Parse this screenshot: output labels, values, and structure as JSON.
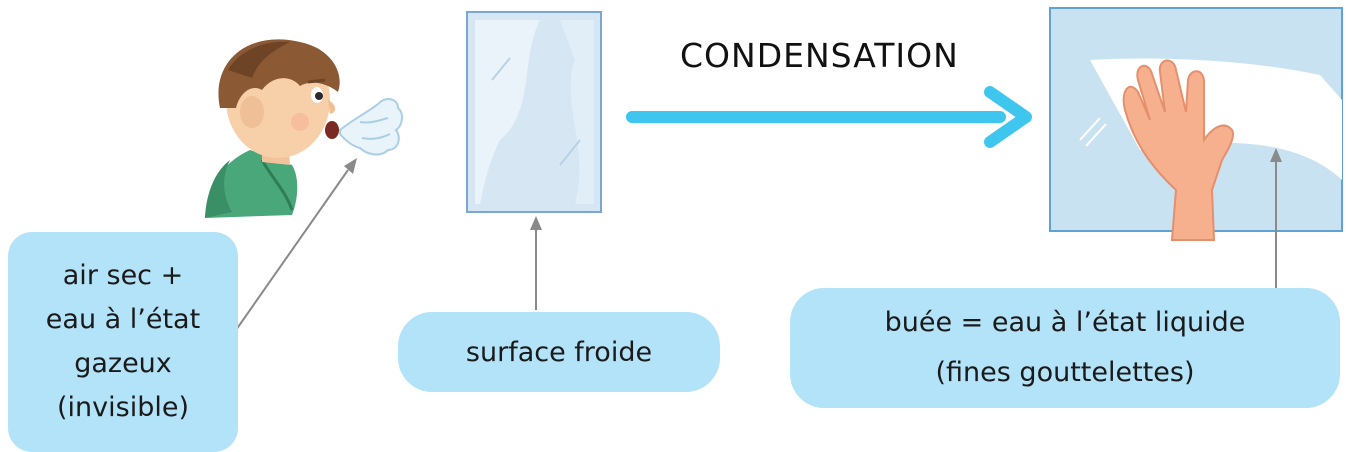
{
  "title": "CONDENSATION",
  "labels": {
    "breath": [
      "air sec +",
      "eau à l’état",
      "gazeux",
      "(invisible)"
    ],
    "surface": "surface froide",
    "fog": [
      "buée = eau à l’état liquide",
      "(fines gouttelettes)"
    ]
  },
  "colors": {
    "label_bg": "#b3e3f8",
    "process_arrow": "#3ec6ef",
    "pointer": "#8a8a8a",
    "glass": "#d6e7f3",
    "frame": "#7aa8d2"
  },
  "icons": [
    "boy-blowing-icon",
    "breath-cloud-icon",
    "cold-glass-pane-icon",
    "fogged-glass-pane-icon",
    "hand-icon"
  ]
}
